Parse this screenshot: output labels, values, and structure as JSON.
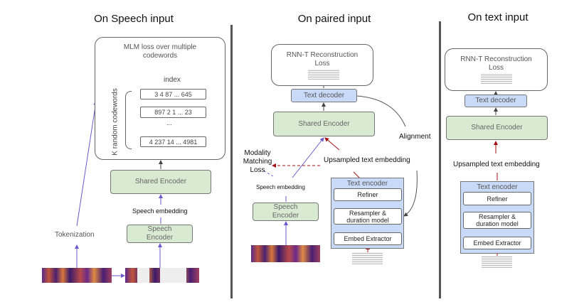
{
  "panels": {
    "speech": {
      "title": "On Speech input",
      "loss_label": "MLM loss over multiple codewords",
      "index_label": "index",
      "codewords_label": "K random codewords",
      "codewords": [
        "3 4 87 ... 645",
        "897 2 1 ... 23",
        "4 237 14 ... 4981"
      ],
      "ellipsis": "...",
      "shared_encoder": "Shared Encoder",
      "speech_embedding": "Speech embedding",
      "speech_encoder": "Speech Encoder",
      "tokenization": "Tokenization"
    },
    "paired": {
      "title": "On paired input",
      "loss_label": "RNN-T Reconstruction Loss",
      "text_decoder": "Text decoder",
      "shared_encoder": "Shared Encoder",
      "alignment": "Alignment",
      "modality_loss": "Modality Matching Loss",
      "upsampled": "Upsampled text embedding",
      "speech_embedding": "Speech embedding",
      "speech_encoder": "Speech Encoder",
      "text_encoder": "Text encoder",
      "refiner": "Refiner",
      "resampler": "Resampler & duration model",
      "embed_extractor": "Embed Extractor"
    },
    "text": {
      "title": "On text input",
      "loss_label": "RNN-T Reconstruction Loss",
      "text_decoder": "Text decoder",
      "shared_encoder": "Shared Encoder",
      "upsampled": "Upsampled text embedding",
      "text_encoder": "Text encoder",
      "refiner": "Refiner",
      "resampler": "Resampler & duration model",
      "embed_extractor": "Embed Extractor"
    }
  },
  "colors": {
    "speech_arrow": "#6a5acd",
    "text_arrow": "#a01010",
    "encoder_green": "#d9ead3",
    "decoder_blue": "#c9daf8"
  }
}
